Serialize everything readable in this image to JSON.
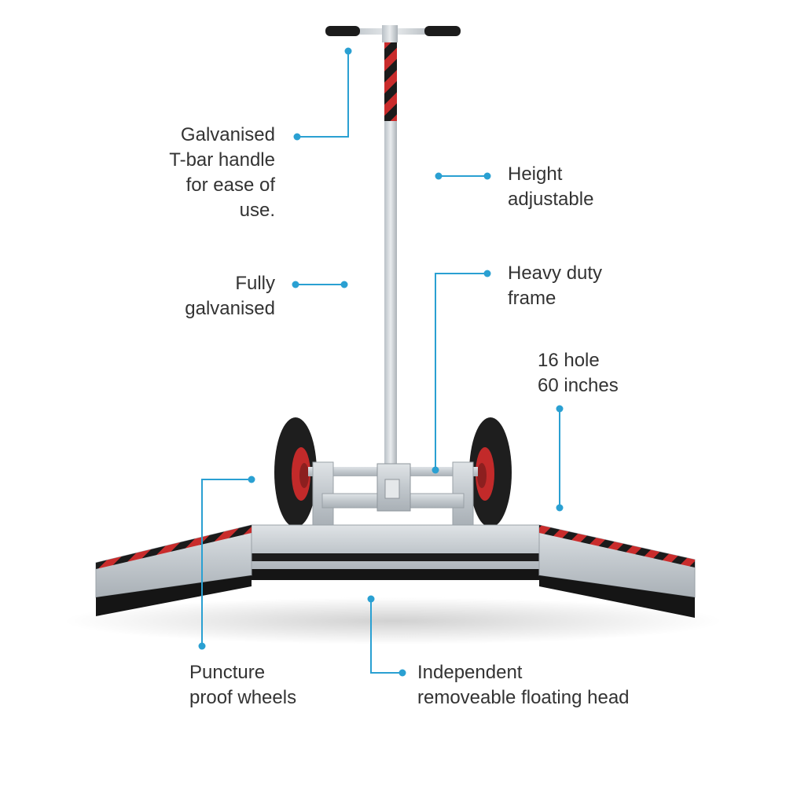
{
  "colors": {
    "callout": "#2aa0d2",
    "text": "#333333",
    "galvanised": "#c7ccd0",
    "galvanised_dark": "#9aa1a7",
    "tyre": "#1e1e1e",
    "rim": "#c22a2a",
    "stripe_red": "#c92c2c",
    "stripe_black": "#1b1b1b",
    "rubber": "#151515"
  },
  "callouts": {
    "handle": "Galvanised\nT-bar handle\nfor ease of\nuse.",
    "height": "Height\nadjustable",
    "galvanised": "Fully\ngalvanised",
    "frame": "Heavy duty\nframe",
    "hole": "16 hole\n60 inches",
    "wheels": "Puncture\nproof wheels",
    "head": "Independent\nremoveable floating head"
  }
}
